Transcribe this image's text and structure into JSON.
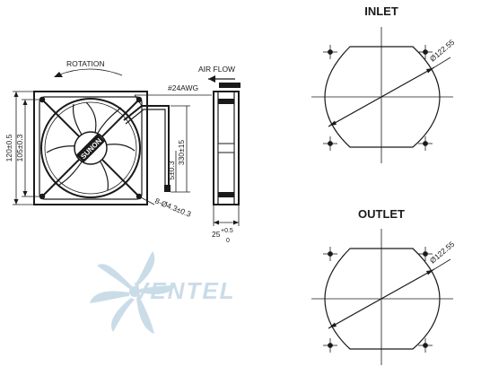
{
  "fan_view": {
    "rotation_label": "ROTATION",
    "airflow_label": "AIR FLOW",
    "wire_label": "#24AWG",
    "brand_label": "SUNON",
    "dim_outer": "120±0.5",
    "dim_hole_pitch": "105±0.3",
    "dim_lead_length": "330±15",
    "dim_strip": "5±0.3",
    "dim_holes": "8-Ø4.3±0.3",
    "dim_thickness_main": "25",
    "dim_thickness_upper": "+0.5",
    "dim_thickness_lower": "0"
  },
  "inlet": {
    "title": "INLET",
    "diameter": "Ø122.55"
  },
  "outlet": {
    "title": "OUTLET",
    "diameter": "Ø122.55"
  },
  "watermark": {
    "text": "VENTEL",
    "color": "#9fc0d6"
  },
  "colors": {
    "line": "#1a1a1a",
    "watermark": "#9fc0d6"
  }
}
